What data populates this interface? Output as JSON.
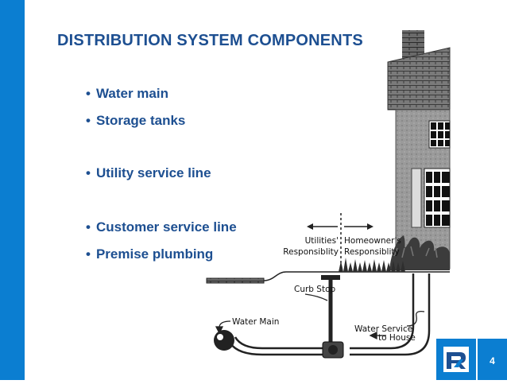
{
  "slide": {
    "title": "DISTRIBUTION SYSTEM COMPONENTS",
    "page_number": "4"
  },
  "bullets": [
    "Water main",
    "Storage tanks",
    "Utility service line",
    "Customer service line",
    "Premise plumbing"
  ],
  "diagram": {
    "utilities_responsibility": [
      "Utilities'",
      "Responsiblity"
    ],
    "homeowner_responsibility": [
      "Homeowner's",
      "Responsiblity"
    ],
    "curb_stop": "Curb Stop",
    "water_main": "Water Main",
    "water_service": [
      "Water Service",
      "to House"
    ]
  },
  "colors": {
    "accent_bar": "#0b7ed1",
    "title_text": "#1d4f91"
  },
  "logo": {
    "icon": "company-logo-icon",
    "mark": "R"
  }
}
